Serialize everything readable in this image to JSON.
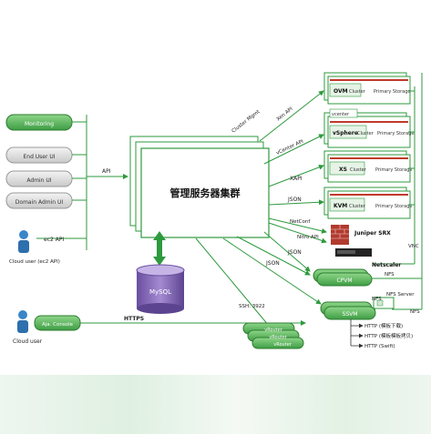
{
  "left_panel": {
    "monitoring": "Monitoring",
    "end_user_ui": "End User UI",
    "admin_ui": "Admin UI",
    "domain_admin_ui": "Domain Admin UI",
    "ec2_api": "ec2 API",
    "cloud_user_ec2": "Cloud user (ec2 API)",
    "api_label": "API",
    "aja_console": "Aja. Console",
    "cloud_user": "Cloud user",
    "https": "HTTPS"
  },
  "center": {
    "management_cluster": "管理服务器集群",
    "cluster_mgmt": "Cluster Mgmt",
    "mysql": "MySQL"
  },
  "protocols": {
    "xen_api": "Xen API",
    "vcenter_api": "vCenter API",
    "xapi": "XAPI",
    "json1": "JSON",
    "netconf": "NetConf",
    "nitro_api": "Nitro API",
    "json2": "JSON",
    "json3": "JSON",
    "ssh": "SSH: 3922",
    "vnc": "VNC",
    "nfs1": "NFS",
    "nfs2": "NFS",
    "nfs3": "NFS"
  },
  "clusters": {
    "ovm": "OVM",
    "vsphere": "vSphere",
    "xs": "XS",
    "kvm": "KVM",
    "cluster": "Cluster",
    "vcenter": "vcenter",
    "primary_storage": "Primary Storage"
  },
  "network": {
    "juniper_srx": "Juniper SRX",
    "netscaler": "Netscaler",
    "cpvm": "CPVM",
    "ssvm": "SSVM",
    "vrouter": "vRouter",
    "nfs_server": "NFS Server"
  },
  "http": {
    "line1": "HTTP (模板下载)",
    "line2": "HTTP (模板模板拷贝)",
    "line3": "HTTP (Swift)"
  },
  "colors": {
    "green": "#2e9a3e",
    "light_green": "#7cc77a",
    "gray": "#d9d9d9",
    "red": "#c0392b"
  }
}
